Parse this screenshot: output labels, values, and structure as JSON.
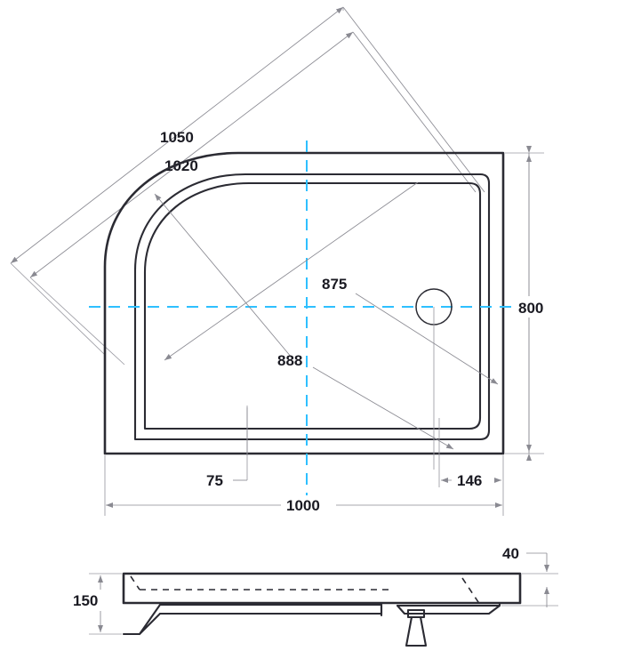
{
  "document": {
    "type": "technical-drawing",
    "subject": "Offset quadrant shower tray",
    "views": [
      "plan-view",
      "side-elevation"
    ],
    "units": "mm"
  },
  "plan_view": {
    "name": "plan-view",
    "dimensions": {
      "diagonal_outer": "1050",
      "diagonal_inner": "1020",
      "diagonal_waste_upper": "875",
      "diagonal_waste_lower": "888",
      "height_right": "800",
      "width_bottom": "1000",
      "offset_left": "75",
      "offset_right": "146"
    },
    "features": {
      "waste_outlet": "drain-circle"
    }
  },
  "elevation_view": {
    "name": "side-elevation",
    "dimensions": {
      "overall_height": "150",
      "top_lip": "40"
    },
    "features": {
      "waste_trap": "waste-trap-outline",
      "hidden_profile": "hidden-line"
    }
  },
  "colors": {
    "outline": "#2b2b33",
    "dimension": "#8a8a92",
    "centerline": "#2ec0ff",
    "background": "#ffffff"
  }
}
